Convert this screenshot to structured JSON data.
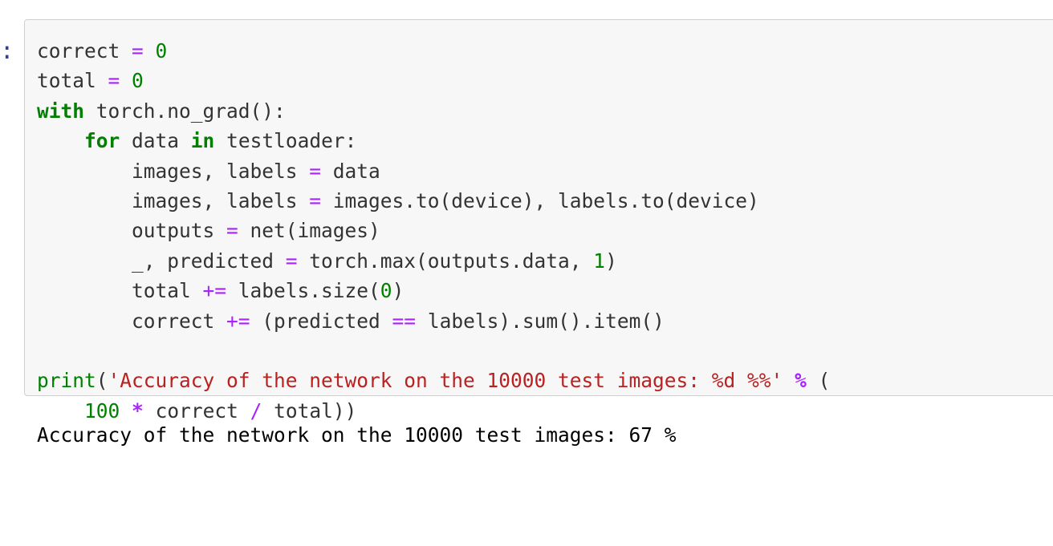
{
  "cell": {
    "prompt": ":",
    "code_lines": [
      [
        {
          "t": "correct "
        },
        {
          "t": "=",
          "c": "op"
        },
        {
          "t": " "
        },
        {
          "t": "0",
          "c": "num"
        }
      ],
      [
        {
          "t": "total "
        },
        {
          "t": "=",
          "c": "op"
        },
        {
          "t": " "
        },
        {
          "t": "0",
          "c": "num"
        }
      ],
      [
        {
          "t": "with",
          "c": "kw"
        },
        {
          "t": " torch.no_grad():"
        }
      ],
      [
        {
          "t": "    "
        },
        {
          "t": "for",
          "c": "kw"
        },
        {
          "t": " data "
        },
        {
          "t": "in",
          "c": "kw"
        },
        {
          "t": " testloader:"
        }
      ],
      [
        {
          "t": "        images, labels "
        },
        {
          "t": "=",
          "c": "op"
        },
        {
          "t": " data"
        }
      ],
      [
        {
          "t": "        images, labels "
        },
        {
          "t": "=",
          "c": "op"
        },
        {
          "t": " images.to(device), labels.to(device)"
        }
      ],
      [
        {
          "t": "        outputs "
        },
        {
          "t": "=",
          "c": "op"
        },
        {
          "t": " net(images)"
        }
      ],
      [
        {
          "t": "        _, predicted "
        },
        {
          "t": "=",
          "c": "op"
        },
        {
          "t": " torch.max(outputs.data, "
        },
        {
          "t": "1",
          "c": "num"
        },
        {
          "t": ")"
        }
      ],
      [
        {
          "t": "        total "
        },
        {
          "t": "+=",
          "c": "op"
        },
        {
          "t": " labels.size("
        },
        {
          "t": "0",
          "c": "num"
        },
        {
          "t": ")"
        }
      ],
      [
        {
          "t": "        correct "
        },
        {
          "t": "+=",
          "c": "op"
        },
        {
          "t": " (predicted "
        },
        {
          "t": "==",
          "c": "op"
        },
        {
          "t": " labels).sum().item()"
        }
      ],
      [],
      [
        {
          "t": "print",
          "c": "bi"
        },
        {
          "t": "("
        },
        {
          "t": "'Accuracy of the network on the 10000 test images: %d %%'",
          "c": "str"
        },
        {
          "t": " "
        },
        {
          "t": "%",
          "c": "opb"
        },
        {
          "t": " ("
        }
      ],
      [
        {
          "t": "    "
        },
        {
          "t": "100",
          "c": "num"
        },
        {
          "t": " "
        },
        {
          "t": "*",
          "c": "opb"
        },
        {
          "t": " correct "
        },
        {
          "t": "/",
          "c": "op"
        },
        {
          "t": " total))"
        }
      ]
    ],
    "output_text": "Accuracy of the network on the 10000 test images: 67 %"
  }
}
